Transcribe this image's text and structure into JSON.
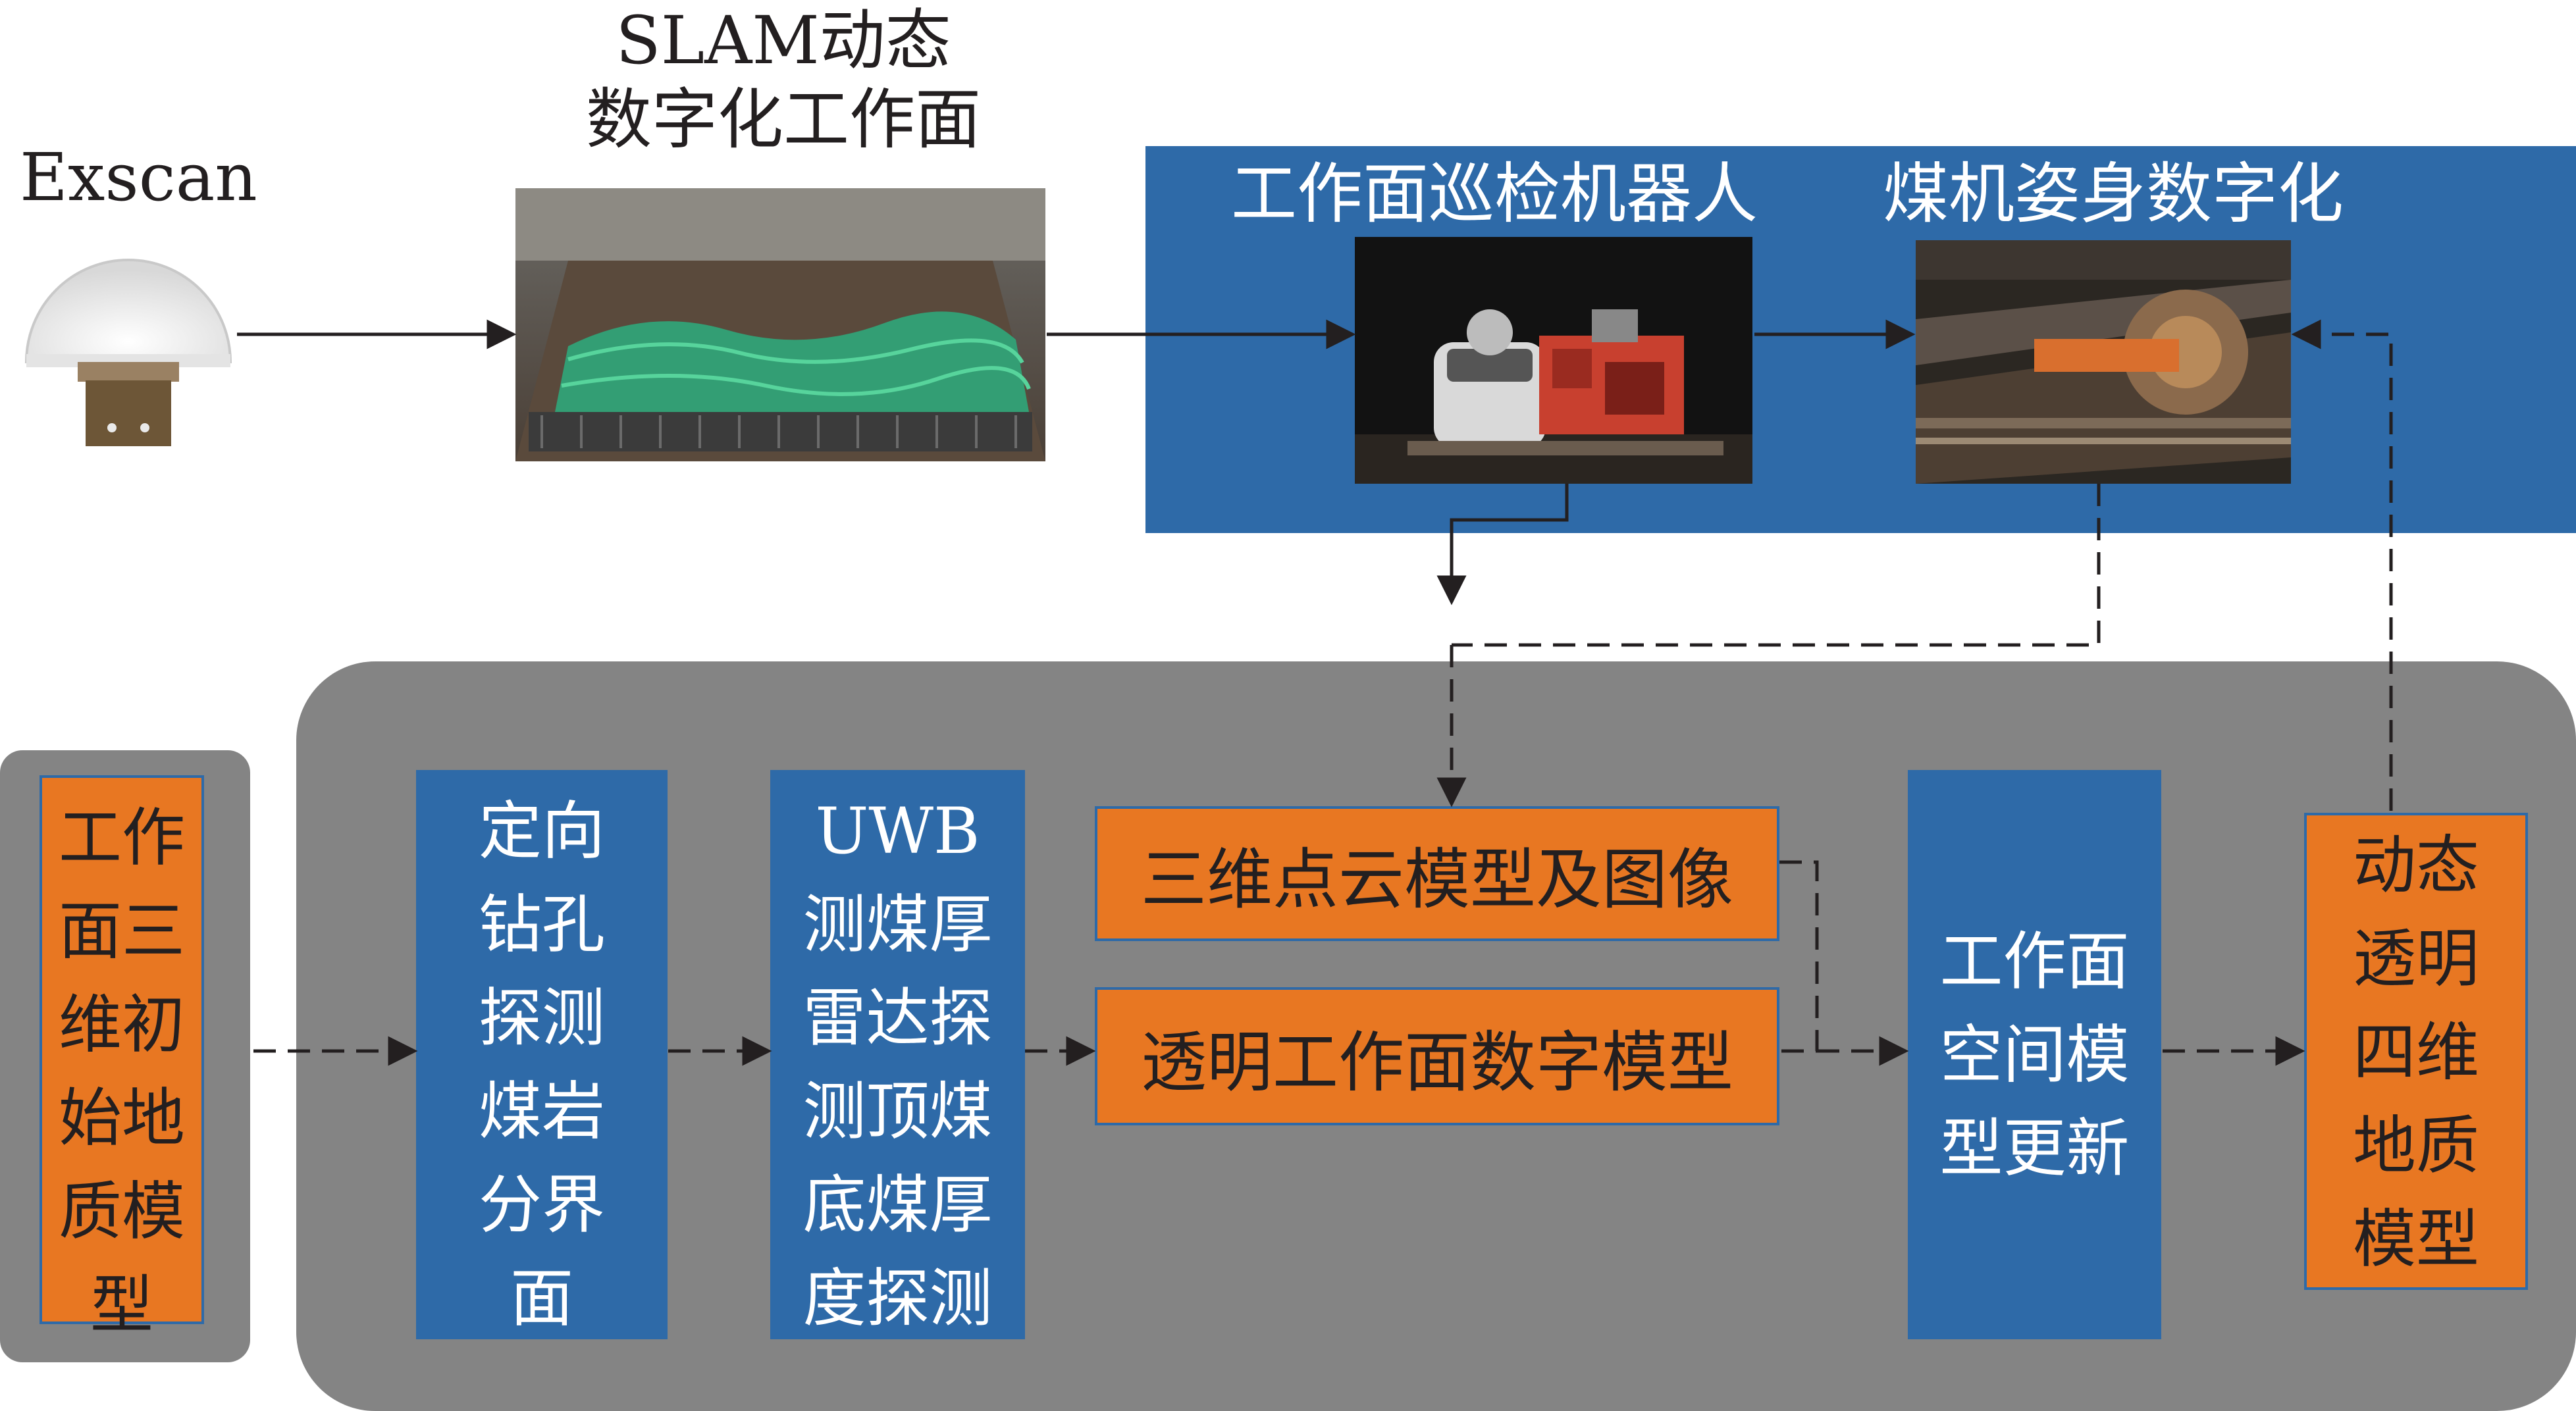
{
  "top": {
    "exscan_label": "Exscan",
    "slam_label_line1": "SLAM动态",
    "slam_label_line2": "数字化工作面",
    "robot_label": "工作面巡检机器人",
    "shearer_label": "煤机姿身数字化"
  },
  "nodes": {
    "initial_model": [
      "工作",
      "面三",
      "维初",
      "始地",
      "质模",
      "型"
    ],
    "directional_drilling": [
      "定向",
      "钻孔",
      "探测",
      "煤岩",
      "分界",
      "面"
    ],
    "uwb": [
      "UWB",
      "测煤厚",
      "雷达探",
      "测顶煤",
      "底煤厚",
      "度探测"
    ],
    "point_cloud": "三维点云模型及图像",
    "transparent_model": "透明工作面数字模型",
    "spatial_update": [
      "工作面",
      "空间模",
      "型更新"
    ],
    "dynamic_4d": [
      "动态",
      "透明",
      "四维",
      "地质",
      "模型"
    ]
  },
  "colors": {
    "blue": "#2e6aa8",
    "orange": "#e87722",
    "gray": "#848484",
    "arrow": "#231f20"
  }
}
